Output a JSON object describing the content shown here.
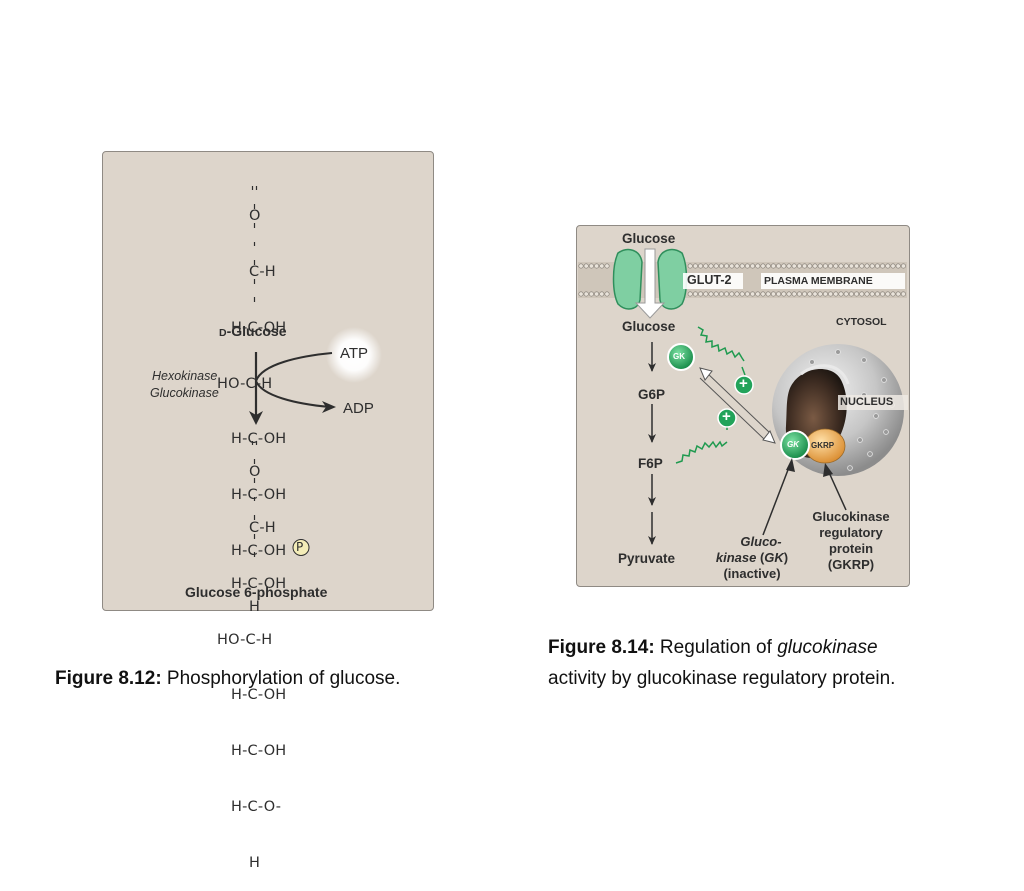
{
  "figure_8_12": {
    "structure_top": [
      "O",
      "C-H",
      "H-C-OH",
      "HO-C-H",
      "H-C-OH",
      "H-C-OH",
      "H-C-OH",
      "H"
    ],
    "structure_bottom": [
      "O",
      "C-H",
      "H-C-OH",
      "HO-C-H",
      "H-C-OH",
      "H-C-OH",
      "H-C-O-",
      "H"
    ],
    "phosphate_symbol": "P",
    "d_prefix": "D",
    "glucose_label": "-Glucose",
    "enzyme_1": "Hexokinase",
    "enzyme_2": "Glucokinase",
    "atp": "ATP",
    "adp": "ADP",
    "product_label": "Glucose 6-phosphate",
    "caption_bold": "Figure 8.12:",
    "caption_text": " Phosphorylation of glucose."
  },
  "figure_8_14": {
    "glucose_top": "Glucose",
    "glut2": "GLUT-2",
    "plasma_membrane": "PLASMA MEMBRANE",
    "cytosol": "CYTOSOL",
    "glucose_cytosol": "Glucose",
    "g6p": "G6P",
    "f6p": "F6P",
    "pyruvate": "Pyruvate",
    "gk_badge": "GK",
    "gk_badge_nucleus": "GK",
    "gkrp_badge": "GKRP",
    "plus": "+",
    "nucleus": "NUCLEUS",
    "gk_label_line1": "Gluco-",
    "gk_label_line2_italic_a": "kinase",
    "gk_label_line2_plain_a": " (",
    "gk_label_line2_italic_b": "GK",
    "gk_label_line2_plain_b": ")",
    "gk_label_line3": "(inactive)",
    "gkrp_label": [
      "Glucokinase",
      "regulatory",
      "protein",
      "(GKRP)"
    ],
    "caption_bold": "Figure 8.14:",
    "caption_text_1": " Regulation of ",
    "caption_italic": "glucokinase",
    "caption_text_2": "activity by glucokinase regulatory protein."
  },
  "colors": {
    "panel_bg": "#ddd5cb",
    "membrane": "#b8b0a4",
    "channel_green": "#7fcfa2",
    "badge_green": "#22a35a",
    "gkrp_orange": "#e8a04a",
    "nucleus_grey": "#c9c9c9"
  }
}
